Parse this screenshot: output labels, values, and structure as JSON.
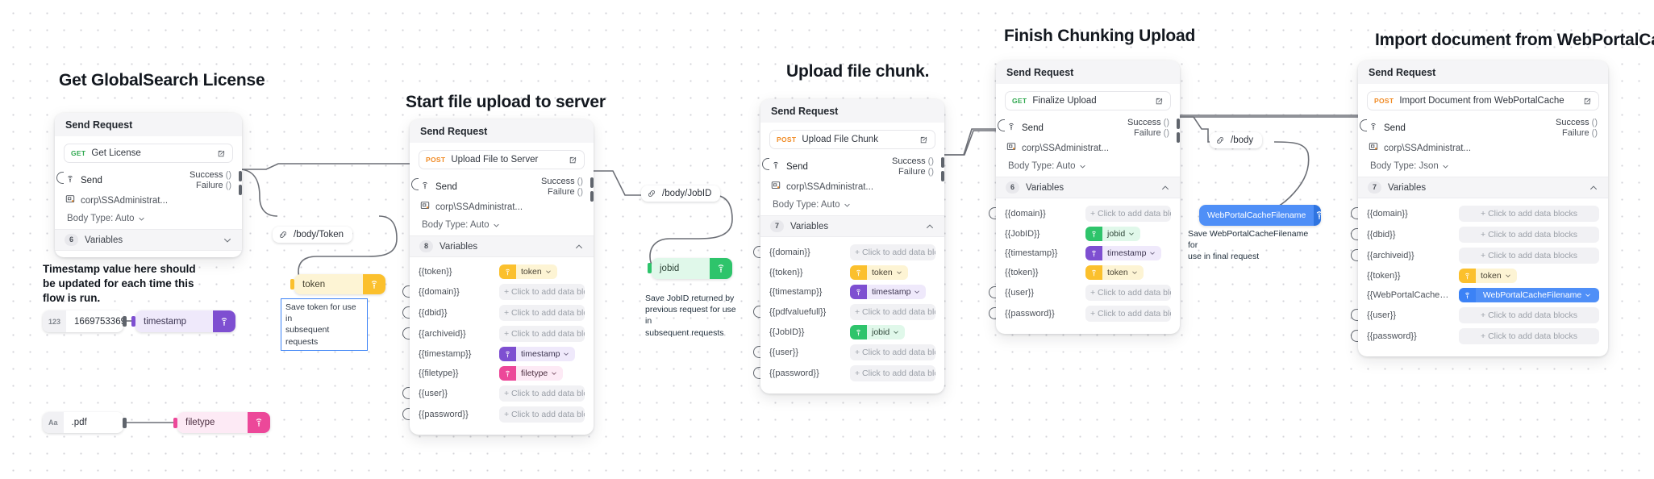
{
  "canvas": {
    "title": "API flow canvas"
  },
  "groups": [
    {
      "title": "Get GlobalSearch License"
    },
    {
      "title": "Start file upload to server"
    },
    {
      "title": "Upload file chunk."
    },
    {
      "title": "Finish Chunking Upload"
    },
    {
      "title": "Import document from WebPortalCache"
    }
  ],
  "common": {
    "card_header": "Send Request",
    "send_label": "Send",
    "auth_label": "corp\\SSAdministrat...",
    "success_label": "Success",
    "failure_label": "Failure",
    "paren": "()",
    "variables_label": "Variables",
    "placeholder": "+ Click to add data blocks"
  },
  "cards": [
    {
      "id": "get-license",
      "header": "Send Request",
      "verb": "GET",
      "endpoint": "Get License",
      "body_type": "Body Type: Auto",
      "var_count": "6",
      "collapsed": true,
      "vars": []
    },
    {
      "id": "upload-file-to-server",
      "header": "Send Request",
      "verb": "POST",
      "endpoint": "Upload File to Server",
      "body_type": "Body Type: Auto",
      "var_count": "8",
      "collapsed": false,
      "vars": [
        {
          "key": "{{token}}",
          "value": "token",
          "color": "yellow"
        },
        {
          "key": "{{domain}}",
          "value": null,
          "color": null
        },
        {
          "key": "{{dbid}}",
          "value": null,
          "color": null
        },
        {
          "key": "{{archiveid}}",
          "value": null,
          "color": null
        },
        {
          "key": "{{timestamp}}",
          "value": "timestamp",
          "color": "purple"
        },
        {
          "key": "{{filetype}}",
          "value": "filetype",
          "color": "pink"
        },
        {
          "key": "{{user}}",
          "value": null,
          "color": null
        },
        {
          "key": "{{password}}",
          "value": null,
          "color": null
        }
      ]
    },
    {
      "id": "upload-file-chunk",
      "header": "Send Request",
      "verb": "POST",
      "endpoint": "Upload File Chunk",
      "body_type": "Body Type: Auto",
      "var_count": "7",
      "collapsed": false,
      "vars": [
        {
          "key": "{{domain}}",
          "value": null,
          "color": null
        },
        {
          "key": "{{token}}",
          "value": "token",
          "color": "yellow"
        },
        {
          "key": "{{timestamp}}",
          "value": "timestamp",
          "color": "purple"
        },
        {
          "key": "{{pdfvaluefull}}",
          "value": null,
          "color": null
        },
        {
          "key": "{{JobID}}",
          "value": "jobid",
          "color": "green"
        },
        {
          "key": "{{user}}",
          "value": null,
          "color": null
        },
        {
          "key": "{{password}}",
          "value": null,
          "color": null
        }
      ]
    },
    {
      "id": "finalize-upload",
      "header": "Send Request",
      "verb": "GET",
      "endpoint": "Finalize Upload",
      "body_type": "Body Type: Auto",
      "var_count": "6",
      "collapsed": false,
      "vars": [
        {
          "key": "{{domain}}",
          "value": null,
          "color": null
        },
        {
          "key": "{{JobID}}",
          "value": "jobid",
          "color": "green"
        },
        {
          "key": "{{timestamp}}",
          "value": "timestamp",
          "color": "purple"
        },
        {
          "key": "{{token}}",
          "value": "token",
          "color": "yellow"
        },
        {
          "key": "{{user}}",
          "value": null,
          "color": null
        },
        {
          "key": "{{password}}",
          "value": null,
          "color": null
        }
      ]
    },
    {
      "id": "import-document",
      "header": "Send Request",
      "verb": "POST",
      "endpoint": "Import Document from WebPortalCache",
      "body_type": "Body Type: Json",
      "var_count": "7",
      "collapsed": false,
      "vars": [
        {
          "key": "{{domain}}",
          "value": null,
          "color": null
        },
        {
          "key": "{{dbid}}",
          "value": null,
          "color": null
        },
        {
          "key": "{{archiveid}}",
          "value": null,
          "color": null
        },
        {
          "key": "{{token}}",
          "value": "token",
          "color": "yellow"
        },
        {
          "key": "{{WebPortalCacheFileName}}",
          "value": "WebPortalCacheFilename",
          "color": "blue"
        },
        {
          "key": "{{user}}",
          "value": null,
          "color": null
        },
        {
          "key": "{{password}}",
          "value": null,
          "color": null
        }
      ]
    }
  ],
  "path_nodes": [
    {
      "id": "body-token",
      "label": "/body/Token"
    },
    {
      "id": "body-jobid",
      "label": "/body/JobID"
    },
    {
      "id": "body",
      "label": "/body"
    }
  ],
  "var_nodes": [
    {
      "id": "token-node",
      "label": "token",
      "color": "yellow"
    },
    {
      "id": "timestamp-node",
      "label": "timestamp",
      "color": "purple"
    },
    {
      "id": "filetype-node",
      "label": "filetype",
      "color": "pink"
    },
    {
      "id": "jobid-node",
      "label": "jobid",
      "color": "green"
    },
    {
      "id": "wpcfilename-node",
      "label": "WebPortalCacheFilename",
      "color": "blue"
    }
  ],
  "value_nodes": [
    {
      "id": "timestamp-value",
      "type": "123",
      "value": "1669753369"
    },
    {
      "id": "filetype-value",
      "type": "Aa",
      "value": ".pdf"
    }
  ],
  "notes": [
    {
      "id": "timestamp-note",
      "text": "Timestamp value here should\nbe updated for each time this\nflow is run.",
      "style": "bold"
    },
    {
      "id": "token-note",
      "text": "Save token for use in\nsubsequent requests",
      "style": "boxed"
    },
    {
      "id": "jobid-note",
      "text": "Save JobID returned by\nprevious request for use in\nsubsequent requests",
      "style": "plain"
    },
    {
      "id": "wpc-note",
      "text": "Save WebPortalCacheFilename for\nuse in final request",
      "style": "plain"
    }
  ],
  "colors": {
    "accent_blue": "#3b82f6",
    "token_yellow": "#fbc02d",
    "timestamp_purple": "#7e4fd1",
    "filetype_pink": "#ec4899",
    "jobid_green": "#2ec46b",
    "get_green": "#2fa84f",
    "post_orange": "#f08a24"
  }
}
